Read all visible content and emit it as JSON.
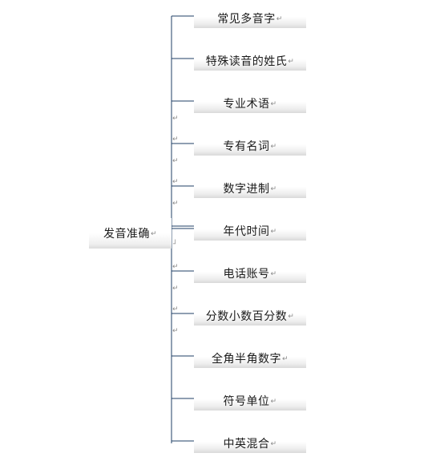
{
  "root": {
    "label": "发音准确"
  },
  "branches": [
    {
      "label": "常见多音字"
    },
    {
      "label": "特殊读音的姓氏"
    },
    {
      "label": "专业术语"
    },
    {
      "label": "专有名词"
    },
    {
      "label": "数字进制"
    },
    {
      "label": "年代时间"
    },
    {
      "label": "电话账号"
    },
    {
      "label": "分数小数百分数"
    },
    {
      "label": "全角半角数字"
    },
    {
      "label": "符号单位"
    },
    {
      "label": "中英混合"
    }
  ],
  "marks": {
    "paragraph": "↵",
    "root_corner": "┘"
  },
  "colors": {
    "connector": "#1f3f66",
    "text": "#1a1a1a",
    "mark": "#8a8a8a"
  }
}
